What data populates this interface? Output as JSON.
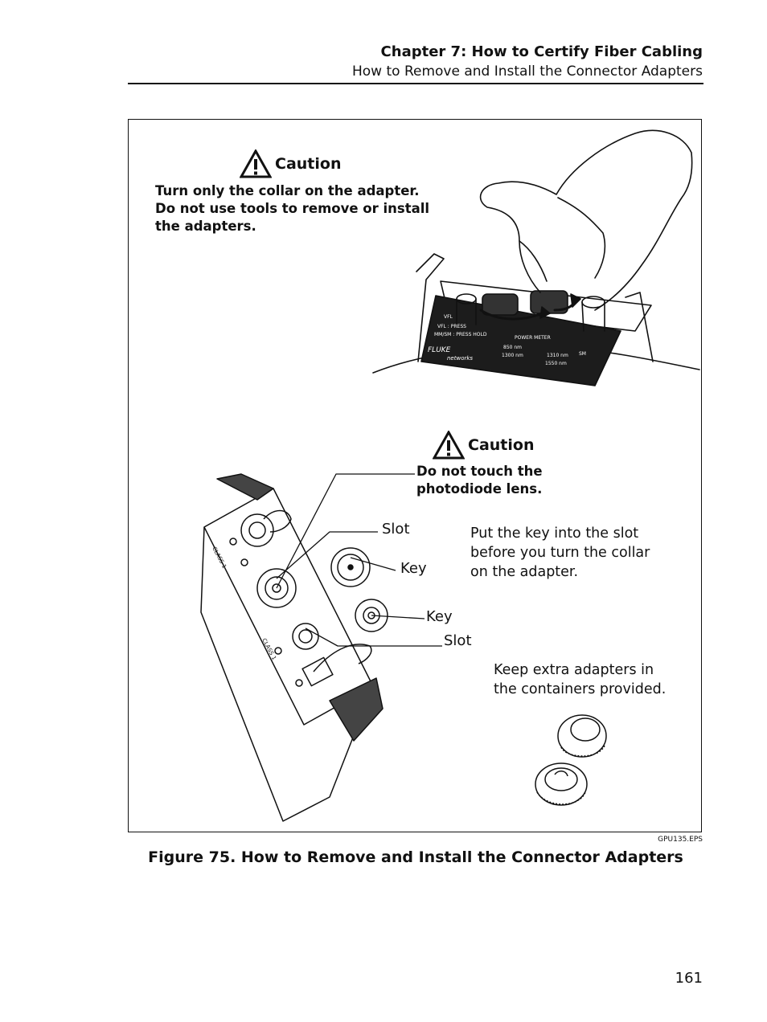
{
  "header": {
    "chapter": "Chapter 7: How to Certify Fiber Cabling",
    "section": "How to Remove and Install the Connector Adapters"
  },
  "figure": {
    "caution1": {
      "heading": "Caution",
      "lines": [
        "Turn only the collar on the adapter.",
        "Do not use tools to remove or install",
        "the adapters."
      ]
    },
    "caution2": {
      "heading": "Caution",
      "lines": [
        "Do not touch the",
        "photodiode lens."
      ]
    },
    "note_key_slot": {
      "lines": [
        "Put the key into the slot",
        "before you turn the collar",
        "on the adapter."
      ]
    },
    "note_containers": {
      "lines": [
        "Keep extra adapters in",
        "the containers provided."
      ]
    },
    "callouts": {
      "slot_upper": "Slot",
      "key_upper": "Key",
      "key_lower": "Key",
      "slot_lower": "Slot"
    },
    "device_panel_text": {
      "vfl": "VFL",
      "vfl_press": "VFL : PRESS",
      "mm_sm": "MM/SM : PRESS HOLD",
      "power_meter": "POWER METER",
      "nm_850": "850 nm",
      "nm_1300": "1300 nm",
      "nm_1310": "1310 nm",
      "nm_1550": "1550 nm",
      "sm": "SM",
      "brand": "FLUKE",
      "brand_sub": "networks",
      "class1": "CLASS 1"
    },
    "eps_id": "GPU135.EPS"
  },
  "caption": "Figure 75. How to Remove and Install the Connector Adapters",
  "page_number": "161"
}
